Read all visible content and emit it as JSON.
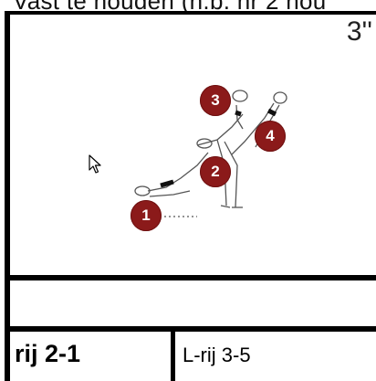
{
  "header": {
    "caption": "Vast te houden (n.b. nr 2 hou"
  },
  "diagram": {
    "time": "3''",
    "markers": [
      "1",
      "2",
      "3",
      "4"
    ]
  },
  "table": {
    "row_label": "rij 2-1",
    "row_value": "L-rij 3-5"
  },
  "colors": {
    "marker": "#8b1a1a",
    "border": "#000000"
  },
  "icons": [
    "mouse-cursor-icon"
  ]
}
